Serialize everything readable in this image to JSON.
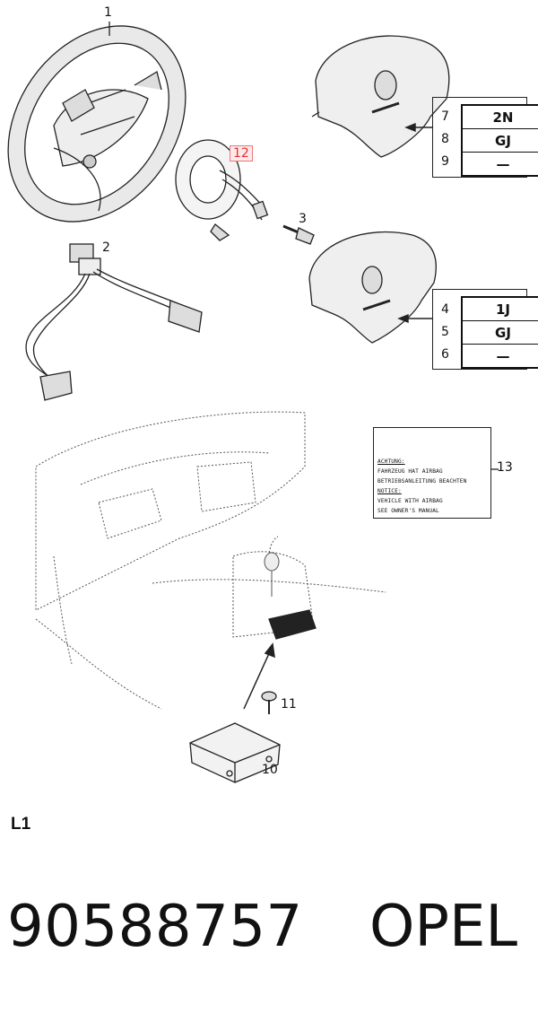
{
  "callouts": {
    "c1": "1",
    "c2": "2",
    "c3": "3",
    "c10": "10",
    "c11": "11",
    "c12": "12",
    "c13": "13"
  },
  "code_box_upper": {
    "rows": [
      {
        "num": "7",
        "code": "2N"
      },
      {
        "num": "8",
        "code": "GJ"
      },
      {
        "num": "9",
        "code": "—"
      }
    ]
  },
  "code_box_lower": {
    "rows": [
      {
        "num": "4",
        "code": "1J"
      },
      {
        "num": "5",
        "code": "GJ"
      },
      {
        "num": "6",
        "code": "—"
      }
    ]
  },
  "warning_label": {
    "line1": "ACHTUNG:",
    "line2": "FAHRZEUG HAT AIRBAG",
    "line3": "BETRIEBSANLEITUNG BEACHTEN",
    "line4": "NOTICE:",
    "line5": "VEHICLE WITH AIRBAG",
    "line6": "SEE OWNER'S MANUAL"
  },
  "highlight_color": "#dd3333",
  "section_code": "L1",
  "part_number": "90588757",
  "brand": "OPEL"
}
